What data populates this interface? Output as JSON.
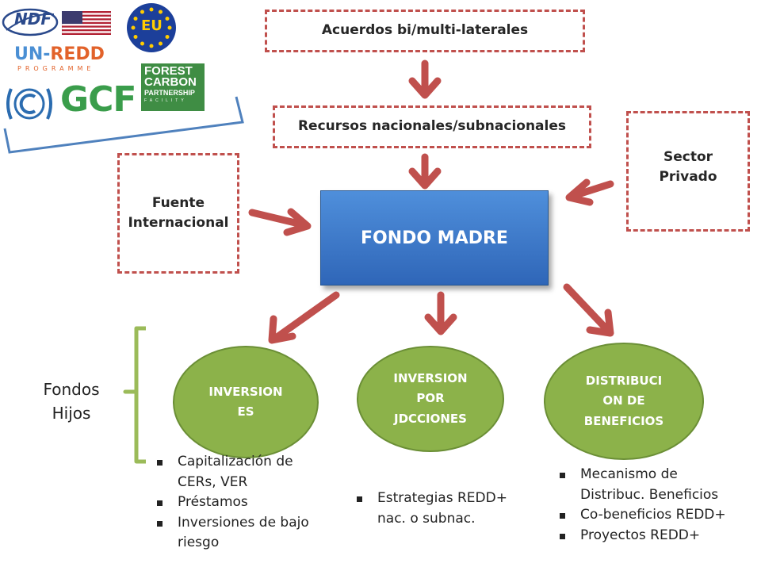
{
  "logos": {
    "ndf": "NDF",
    "eu": "EU",
    "unredd_un": "UN-",
    "unredd_redd": "REDD",
    "unredd_sub": "PROGRAMME",
    "gcf": "GCF",
    "fcpf_lines": [
      "FOREST",
      "CARBON",
      "PARTNERSHIP",
      "FACILITY"
    ]
  },
  "boxes": {
    "acuerdos": "Acuerdos bi/multi-laterales",
    "recursos": "Recursos nacionales/subnacionales",
    "fuente_line1": "Fuente",
    "fuente_line2": "Internacional",
    "sector_line1": "Sector",
    "sector_line2": "Privado"
  },
  "fondo_madre": "FONDO MADRE",
  "fondos_hijos": {
    "line1": "Fondos",
    "line2": "Hijos"
  },
  "ovals": {
    "inversiones": [
      "INVERSION",
      "ES"
    ],
    "jdcciones": [
      "INVERSION",
      "POR",
      "JDCCIONES"
    ],
    "distribucion": [
      "DISTRIBUCI",
      "ON DE",
      "BENEFICIOS"
    ]
  },
  "bullets": {
    "inversiones": [
      "Capitalización de",
      "CERs, VER",
      "Préstamos",
      "Inversiones de bajo",
      "riesgo"
    ],
    "jdcciones": [
      "Estrategias REDD+",
      "nac. o subnac."
    ],
    "distribucion": [
      "Mecanismo de",
      "Distribuc. Beneficios",
      "Co-beneficios REDD+",
      "Proyectos REDD+"
    ]
  },
  "colors": {
    "dash_red": "#c0504d",
    "arrow_red": "#c0504d",
    "fondo_blue": "#3a78c9",
    "oval_green": "#8cb24a",
    "brace_green": "#9bbb59",
    "bracket_blue": "#4f81bd"
  }
}
